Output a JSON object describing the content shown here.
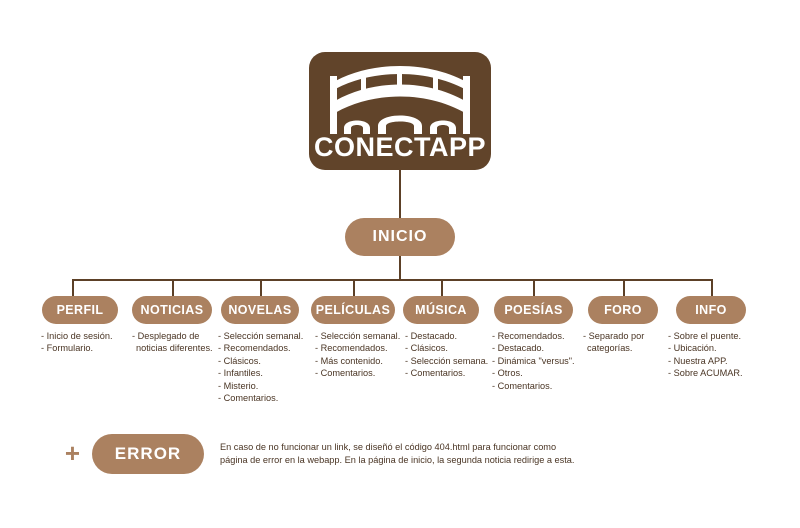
{
  "logo": {
    "icon": "bridge-icon",
    "wordmark": "CONECTAPP"
  },
  "root": {
    "label": "INICIO"
  },
  "colors": {
    "logo_background": "#61442a",
    "pill_background": "#ab8160",
    "connector_line": "#5c4027",
    "text": "#4a3524",
    "pill_text": "#ffffff",
    "page_background": "#ffffff"
  },
  "categories": [
    {
      "label": "PERFIL",
      "items": [
        "- Inicio de sesión.",
        "- Formulario."
      ]
    },
    {
      "label": "NOTICIAS",
      "items": [
        "- Desplegado de",
        "noticias diferentes."
      ]
    },
    {
      "label": "NOVELAS",
      "items": [
        "- Selección semanal.",
        "- Recomendados.",
        "- Clásicos.",
        "- Infantiles.",
        "- Misterio.",
        "- Comentarios."
      ]
    },
    {
      "label": "PELÍCULAS",
      "items": [
        "- Selección semanal.",
        "- Recomendados.",
        "- Más contenido.",
        "- Comentarios."
      ]
    },
    {
      "label": "MÚSICA",
      "items": [
        "- Destacado.",
        "- Clásicos.",
        "- Selección semana.",
        "- Comentarios."
      ]
    },
    {
      "label": "POESÍAS",
      "items": [
        "- Recomendados.",
        "- Destacado.",
        "- Dinámica \"versus\".",
        "- Otros.",
        "- Comentarios."
      ]
    },
    {
      "label": "FORO",
      "items": [
        "- Separado por",
        "categorías."
      ]
    },
    {
      "label": "INFO",
      "items": [
        "- Sobre el puente.",
        "- Ubicación.",
        "- Nuestra APP.",
        "- Sobre ACUMAR."
      ]
    }
  ],
  "error_section": {
    "plus": "+",
    "label": "ERROR",
    "note_line_1": "En caso de no funcionar un link, se diseñó el código 404.html para funcionar como",
    "note_line_2": "página de error en la webapp. En la página de inicio, la segunda noticia redirige a esta."
  }
}
